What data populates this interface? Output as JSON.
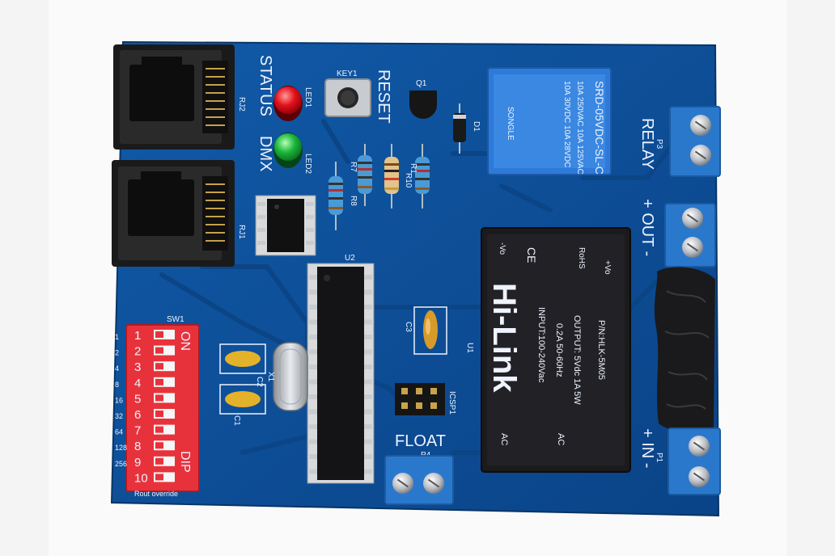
{
  "colors": {
    "background": "#f4f4f4",
    "pcb": "#0d4f9a",
    "pcb_dark": "#0a3f7c",
    "silkscreen": "#eef3ff",
    "relay_blue": "#2d7ad8",
    "terminal_blue": "#2a78cc",
    "dip_red": "#e8323b",
    "module_black": "#1b1b1d"
  },
  "silkscreen": {
    "status": "STATUS",
    "dmx": "DMX",
    "reset": "RESET",
    "key1": "KEY1",
    "q1": "Q1",
    "led1": "LED1",
    "led2": "LED2",
    "rj1": "RJ1",
    "rj2": "RJ2",
    "r7": "R7",
    "r8": "R8",
    "r10": "R10",
    "r1": "R1",
    "d1": "D1",
    "relay": "RELAY",
    "p3": "P3",
    "out": "+ OUT -",
    "in": "+ IN -",
    "p1": "P1",
    "float": "FLOAT",
    "p4": "P4",
    "icsp": "ICSP1",
    "c3": "C3",
    "c1": "C1",
    "c2": "C2",
    "x1": "X1",
    "u1": "U1",
    "u2": "U2",
    "sw1": "SW1",
    "dip_numbers": [
      "1",
      "2",
      "4",
      "8",
      "16",
      "32",
      "64",
      "128",
      "256"
    ],
    "override": "Rout override"
  },
  "relay_text": {
    "model": "SRD-05VDC-SL-C",
    "line1": "10A 250VAC  10A 125VAC",
    "line2": "10A 30VDC  10A 28VDC",
    "brand": "SONGLE"
  },
  "dip_switch": {
    "on_label": "ON",
    "dip_label": "DIP",
    "numbers": [
      "1",
      "2",
      "3",
      "4",
      "5",
      "6",
      "7",
      "8",
      "9",
      "10"
    ]
  },
  "power_module": {
    "brand": "Hi-Link",
    "input": "INPUT:100-240Vac",
    "current": "0.2A 50-60Hz",
    "output": "OUTPUT: 5Vdc 1A 5W",
    "part": "P/N:HLK-5M05",
    "minus_vo": "-Vo",
    "plus_vo": "+Vo",
    "ac": "AC",
    "ce": "CE",
    "rohs": "RoHS"
  }
}
